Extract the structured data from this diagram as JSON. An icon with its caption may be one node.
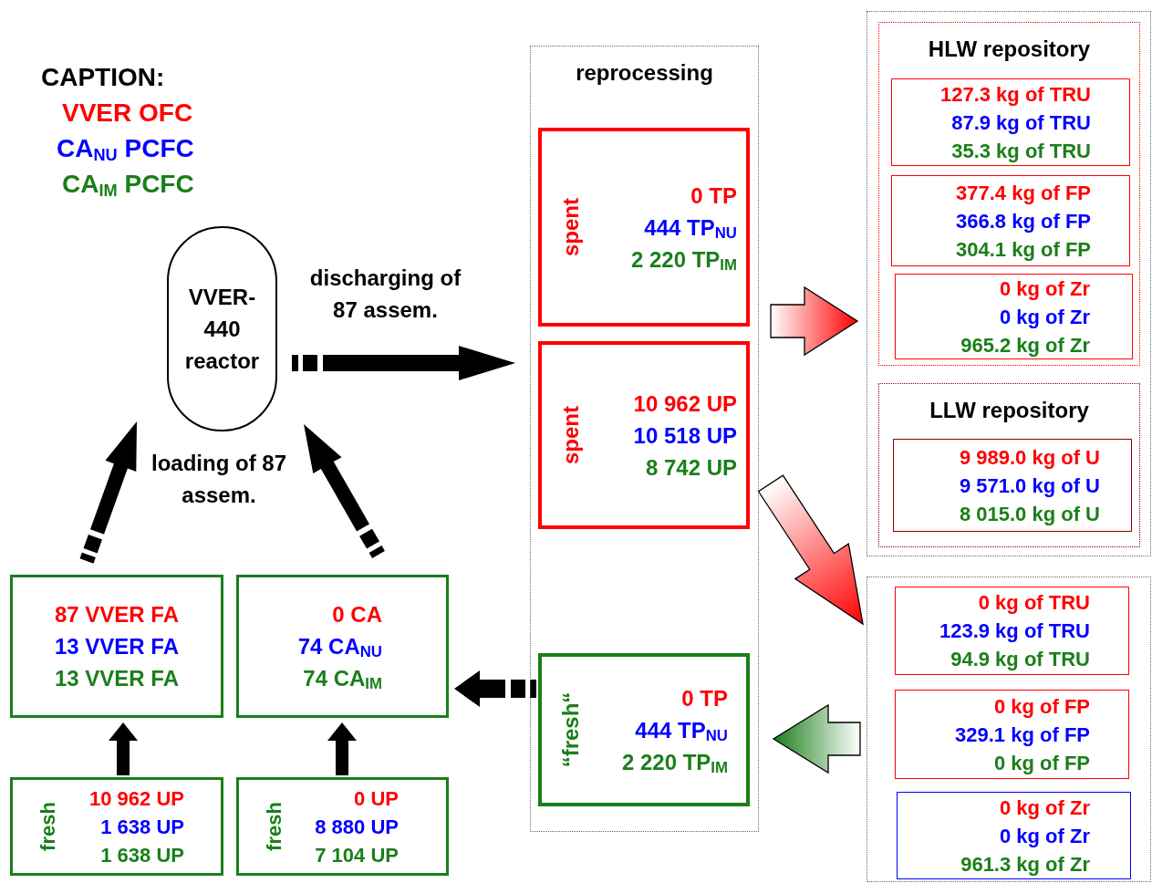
{
  "diagram": {
    "nodes": [
      {
        "text": [
          "VVER-440 reactor"
        ]
      },
      {
        "text": [
          "reprocessing"
        ]
      },
      {
        "text": [
          "spent",
          "0 TP",
          "444 TP$_{NU}$",
          "2 220 TP$_{IM}$"
        ],
        "in": 1
      },
      {
        "text": [
          "spent",
          "10 962 UP",
          "10 518 UP",
          "8 742 UP"
        ],
        "in": 1
      },
      {
        "text": [
          "“fresh“",
          "0 TP",
          "444 TP$_{NU}$",
          "2 220 TP$_{IM}$"
        ],
        "in": 1
      },
      {
        "text": [],
        "shape": "box"
      },
      {
        "text": [
          "HLW repository"
        ],
        "in": 5
      },
      {
        "text": [
          "127.3 kg of TRU",
          "87.9 kg of TRU",
          "35.3 kg of TRU"
        ],
        "in": 6
      },
      {
        "text": [
          "377.4 kg of FP",
          "366.8 kg of FP",
          "304.1 kg of FP"
        ],
        "in": 6
      },
      {
        "text": [
          "0 kg of Zr",
          "0 kg of Zr",
          "965.2 kg of Zr"
        ],
        "in": 6
      },
      {
        "text": [
          "LLW repository"
        ],
        "in": 5
      },
      {
        "text": [
          "9 989.0 kg of U",
          "9 571.0 kg of U",
          "8 015.0 kg of U"
        ],
        "in": 10
      },
      {
        "text": [],
        "shape": "box"
      },
      {
        "text": [
          "0 kg of TRU",
          "123.9 kg of TRU",
          "94.9 kg of TRU"
        ],
        "in": 12
      },
      {
        "text": [
          "0 kg of FP",
          "329.1 kg of FP",
          "0 kg of FP"
        ],
        "in": 12
      },
      {
        "text": [
          "0 kg of Zr",
          "0 kg of Zr",
          "961.3 kg of Zr"
        ],
        "in": 12
      },
      {
        "text": [
          "87 VVER FA",
          "13 VVER FA",
          "13 VVER FA"
        ]
      },
      {
        "text": [
          "0 CA",
          "74 CA$_{NU}$",
          "74 CA$_{IM}$"
        ]
      },
      {
        "text": [
          "fresh",
          "10 962 UP",
          "1 638 UP",
          "1 638 UP"
        ]
      },
      {
        "text": [
          "fresh",
          "0 UP",
          "8 880 UP",
          "7 104 UP"
        ]
      }
    ],
    "edges": [
      {
        "from": 0,
        "to": 1,
        "arrow": "to",
        "label": "discharging of 87 assem.",
        "style": "thick"
      },
      {
        "from": 16,
        "to": 0,
        "arrow": "to",
        "style": "thick"
      },
      {
        "from": 17,
        "to": 0,
        "arrow": "to",
        "style": "thick"
      },
      {
        "from": 18,
        "to": 16,
        "arrow": "to",
        "style": "thick"
      },
      {
        "from": 19,
        "to": 17,
        "arrow": "to",
        "style": "thick"
      },
      {
        "from": 4,
        "to": 17,
        "arrow": "to",
        "style": "thick"
      },
      {
        "from": 1,
        "to": 6,
        "arrow": "to",
        "style": "thick",
        "color": "#ff0000"
      },
      {
        "from": 1,
        "to": 12,
        "arrow": "to",
        "style": "thick",
        "color": "#ff0000"
      },
      {
        "from": 12,
        "to": 1,
        "arrow": "to",
        "style": "thick",
        "color": "#1a7f1a"
      }
    ],
    "labels": [
      "CAPTION:",
      "loading of 87 assem."
    ],
    "legend": [
      {
        "text": "VVER OFC",
        "color": "#ff0000"
      },
      {
        "text": "CA$_{NU}$ PCFC",
        "color": "#0000ff"
      },
      {
        "text": "CA$_{IM}$ PCFC",
        "color": "#1a7f1a"
      }
    ]
  }
}
